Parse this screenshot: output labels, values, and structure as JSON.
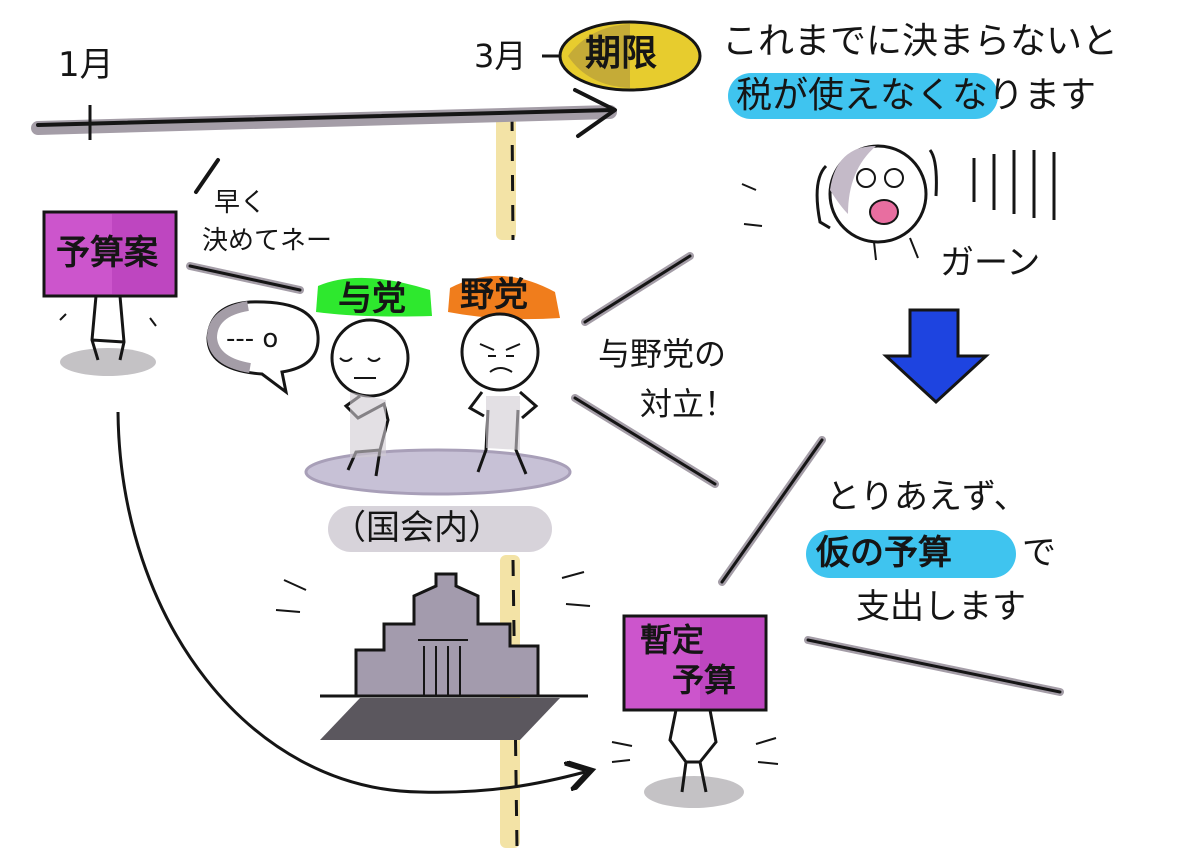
{
  "timeline": {
    "start_label": "1月",
    "end_label": "3月"
  },
  "deadline": {
    "badge": "期限"
  },
  "message_top": {
    "line1": "これまでに決まらないと",
    "line2": "税が使えなくなります"
  },
  "shock": {
    "label": "ガーン"
  },
  "budget_draft": {
    "sign": "予算案",
    "speech_line1": "早く",
    "speech_line2": "決めてネー"
  },
  "ruling_party": {
    "label": "与党",
    "bubble": "--- o"
  },
  "opposition_party": {
    "label": "野党"
  },
  "conflict": {
    "line1": "与野党の",
    "line2": "対立！"
  },
  "diet": {
    "label": "（国会内）"
  },
  "message_bottom": {
    "line1": "とりあえず、",
    "line2_highlight": "仮の予算",
    "line2_rest": "で",
    "line3": "支出します"
  },
  "provisional": {
    "sign_line1": "暫定",
    "sign_line2": "予算"
  },
  "colors": {
    "magenta": "#cc55cc",
    "green": "#2ee82e",
    "orange": "#f07d1c",
    "cyan": "#3fc4ef",
    "blue": "#1e44e0",
    "gold": "#e7cc2e",
    "grey": "#c4c2c5"
  }
}
